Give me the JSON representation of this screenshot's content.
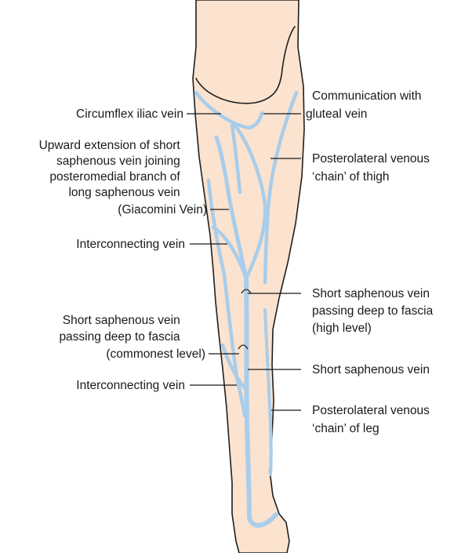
{
  "colors": {
    "skin": "#fbe3cf",
    "outline": "#1f1f1f",
    "vein": "#a9cdea",
    "text": "#1a1a1a"
  },
  "labels": {
    "circumflex_iliac": [
      "Circumflex iliac vein"
    ],
    "giacomini": [
      "Upward extension of short",
      "saphenous vein joining",
      "posteromedial branch of",
      "long saphenous vein",
      "(Giacomini Vein)"
    ],
    "interconnecting_upper": [
      "Interconnecting vein"
    ],
    "ssv_deep_common": [
      "Short saphenous vein",
      "passing deep to fascia",
      "(commonest level)"
    ],
    "interconnecting_lower": [
      "Interconnecting vein"
    ],
    "gluteal": [
      "Communication with",
      "gluteal vein"
    ],
    "posterolateral_thigh": [
      "Posterolateral venous",
      "‘chain’ of thigh"
    ],
    "ssv_deep_high": [
      "Short saphenous vein",
      "passing deep to fascia",
      "(high level)"
    ],
    "ssv": [
      "Short saphenous vein"
    ],
    "posterolateral_leg": [
      "Posterolateral venous",
      "‘chain’ of leg"
    ]
  }
}
